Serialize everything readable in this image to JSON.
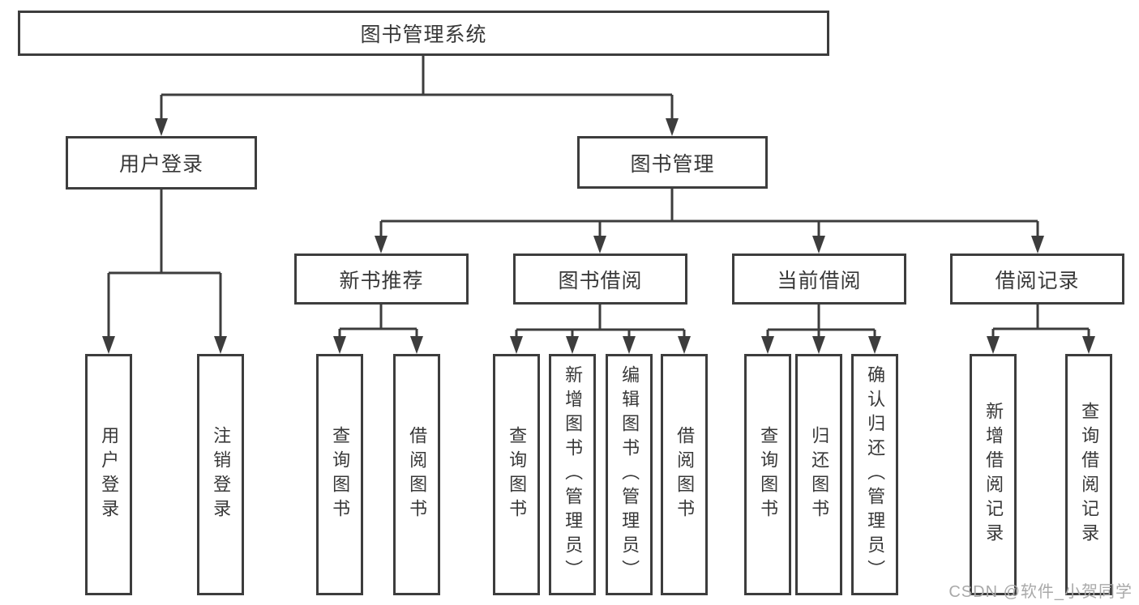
{
  "tree": {
    "label": "图书管理系统",
    "children": [
      {
        "label": "用户登录",
        "children": [
          {
            "label": "用户登录"
          },
          {
            "label": "注销登录"
          }
        ]
      },
      {
        "label": "图书管理",
        "children": [
          {
            "label": "新书推荐",
            "children": [
              {
                "label": "查询图书"
              },
              {
                "label": "借阅图书"
              }
            ]
          },
          {
            "label": "图书借阅",
            "children": [
              {
                "label": "查询图书"
              },
              {
                "label": "新增图书（管理员）"
              },
              {
                "label": "编辑图书（管理员）"
              },
              {
                "label": "借阅图书"
              }
            ]
          },
          {
            "label": "当前借阅",
            "children": [
              {
                "label": "查询图书"
              },
              {
                "label": "归还图书"
              },
              {
                "label": "确认归还（管理员）"
              }
            ]
          },
          {
            "label": "借阅记录",
            "children": [
              {
                "label": "新增借阅记录"
              },
              {
                "label": "查询借阅记录"
              }
            ]
          }
        ]
      }
    ]
  },
  "watermark": "CSDN @软件_小贺同学",
  "colors": {
    "line": "#3d3d3d",
    "text": "#383838",
    "watermark": "#a9a9a9",
    "background": "#ffffff"
  }
}
